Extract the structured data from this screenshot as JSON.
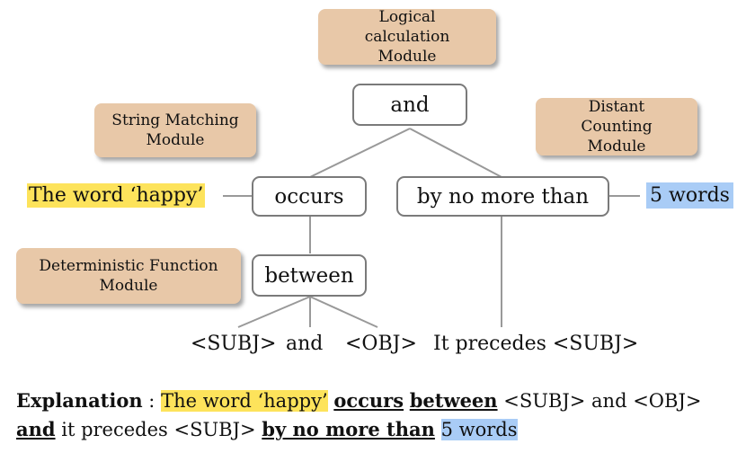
{
  "modules": {
    "logical": "Logical calculation Module",
    "string_matching": "String Matching Module",
    "distant_counting": "Distant Counting Module",
    "deterministic": "Deterministic Function Module"
  },
  "nodes": {
    "and": "and",
    "occurs": "occurs",
    "by_no_more_than": "by no more than",
    "between": "between"
  },
  "leaves": {
    "word_happy": "The word ‘happy’",
    "five_words": "5 words",
    "subj": "<SUBJ>",
    "and": "and",
    "obj": "<OBJ>",
    "precedes": "It precedes <SUBJ>"
  },
  "explanation": {
    "label": "Explanation",
    "colon": " : ",
    "word_happy": "The word ‘happy’",
    "occurs": "occurs",
    "between": "between",
    "text1": " <SUBJ> and <OBJ>",
    "and": "and",
    "text2": " it precedes <SUBJ> ",
    "by_no_more_than": "by no more than",
    "five_words": "5 words"
  },
  "colors": {
    "module_fill": "#e8c8a8",
    "node_border": "#7a7a7a",
    "edge": "#999999",
    "highlight_yellow": "#fde35b",
    "highlight_blue": "#a9ccf6"
  }
}
